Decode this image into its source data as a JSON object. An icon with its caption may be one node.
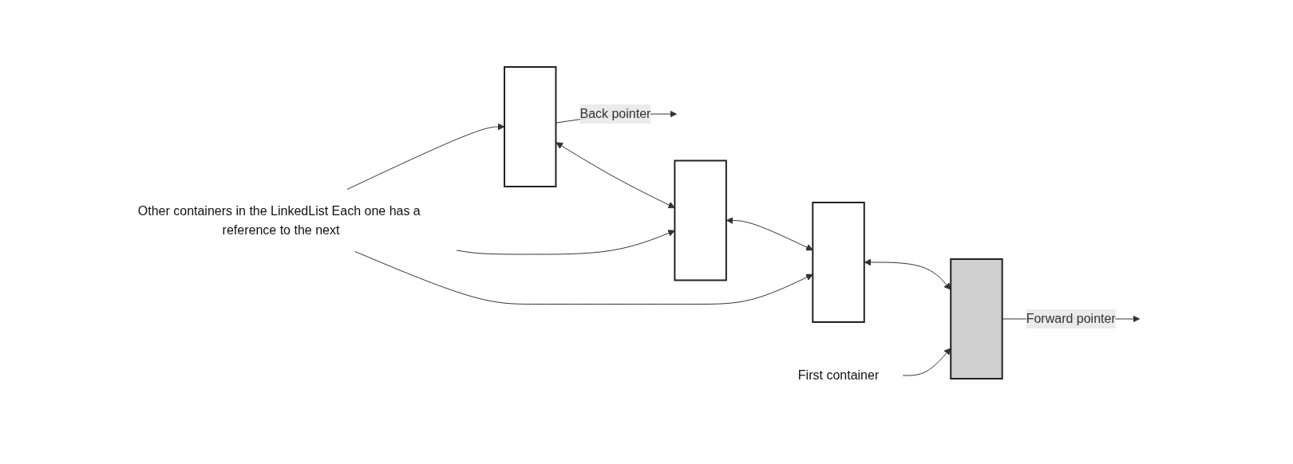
{
  "diagram": {
    "nodes": [
      {
        "text": [],
        "shape": "box"
      },
      {
        "text": [],
        "shape": "box"
      },
      {
        "text": [],
        "shape": "box"
      },
      {
        "text": [],
        "shape": "box"
      },
      {
        "text": [
          "First container"
        ]
      },
      {
        "text": [
          "Other containers in the LinkedList Each one has a reference to the next"
        ]
      }
    ],
    "edges": [
      {
        "from": 0,
        "to": null,
        "arrow": "to",
        "label": "Back pointer"
      },
      {
        "from": 0,
        "to": 1,
        "arrow": "both"
      },
      {
        "from": 1,
        "to": 2,
        "arrow": "both"
      },
      {
        "from": 2,
        "to": 3,
        "arrow": "both"
      },
      {
        "from": 3,
        "to": null,
        "arrow": "to",
        "label": "Forward pointer"
      },
      {
        "from": 4,
        "to": 3,
        "arrow": "to"
      },
      {
        "from": 5,
        "to": 0,
        "arrow": "to"
      },
      {
        "from": 5,
        "to": 1,
        "arrow": "to"
      },
      {
        "from": 5,
        "to": 2,
        "arrow": "to"
      }
    ]
  }
}
